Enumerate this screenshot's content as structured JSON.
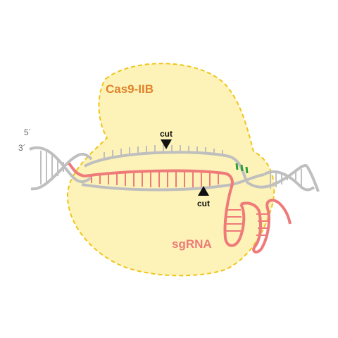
{
  "labels": {
    "protein": "Cas9-IIB",
    "guide_rna": "sgRNA",
    "five_prime": "5´",
    "three_prime": "3´",
    "cut_top": "cut",
    "cut_bottom": "cut"
  },
  "colors": {
    "protein_fill": "#fdf3b8",
    "protein_outline": "#f0c419",
    "protein_label": "#e0822a",
    "dna": "#bfbfbf",
    "rna": "#ee7a7a",
    "pam": "#2e9e3a",
    "cut_marker": "#111111"
  }
}
